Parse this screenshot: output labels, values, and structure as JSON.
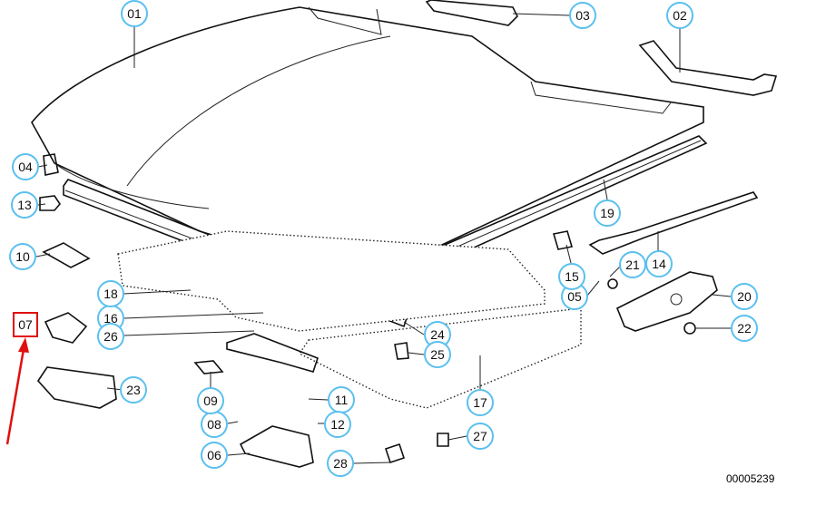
{
  "diagram": {
    "title": "Hood / bonnet parts diagram",
    "document_number": "00005239",
    "selected_callout": "07",
    "colors": {
      "callout_border": "#5bc0ee",
      "selected_border": "#e01010",
      "arrow": "#e01010"
    },
    "callouts": [
      {
        "id": "01",
        "label": "01"
      },
      {
        "id": "02",
        "label": "02"
      },
      {
        "id": "03",
        "label": "03"
      },
      {
        "id": "04",
        "label": "04"
      },
      {
        "id": "05",
        "label": "05"
      },
      {
        "id": "06",
        "label": "06"
      },
      {
        "id": "07",
        "label": "07"
      },
      {
        "id": "08",
        "label": "08"
      },
      {
        "id": "09",
        "label": "09"
      },
      {
        "id": "10",
        "label": "10"
      },
      {
        "id": "11",
        "label": "11"
      },
      {
        "id": "12",
        "label": "12"
      },
      {
        "id": "13",
        "label": "13"
      },
      {
        "id": "14",
        "label": "14"
      },
      {
        "id": "15",
        "label": "15"
      },
      {
        "id": "16",
        "label": "16"
      },
      {
        "id": "17",
        "label": "17"
      },
      {
        "id": "18",
        "label": "18"
      },
      {
        "id": "19",
        "label": "19"
      },
      {
        "id": "20",
        "label": "20"
      },
      {
        "id": "21",
        "label": "21"
      },
      {
        "id": "22",
        "label": "22"
      },
      {
        "id": "23",
        "label": "23"
      },
      {
        "id": "24",
        "label": "24"
      },
      {
        "id": "25",
        "label": "25"
      },
      {
        "id": "26",
        "label": "26"
      },
      {
        "id": "27",
        "label": "27"
      },
      {
        "id": "28",
        "label": "28"
      }
    ]
  }
}
